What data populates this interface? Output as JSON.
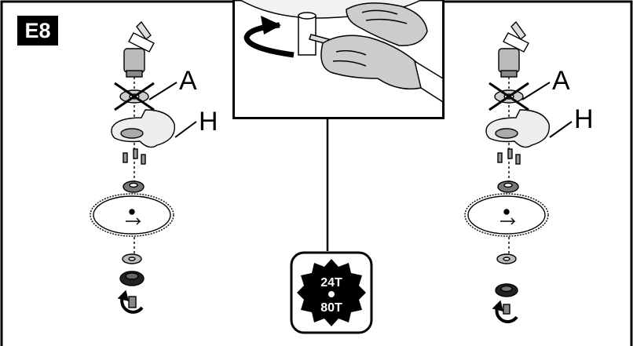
{
  "figure": {
    "badge_label": "E8",
    "callouts": {
      "left_a": "A",
      "left_h": "H",
      "right_a": "A",
      "right_h": "H"
    },
    "blade_icon": {
      "top_text": "24T",
      "bottom_text": "80T"
    },
    "icons": [
      "hand-wrench-inset-icon",
      "rotation-arrow-icon",
      "saw-blade-icon",
      "cross-out-icon"
    ]
  }
}
